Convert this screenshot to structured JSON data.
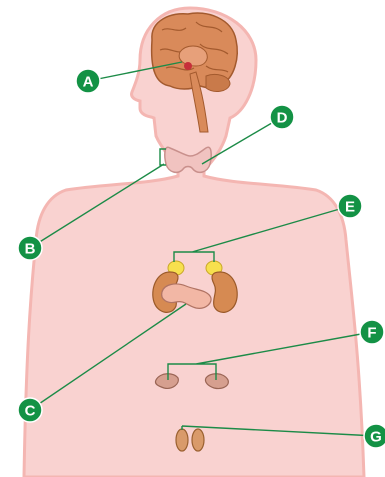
{
  "colors": {
    "body_fill": "#f9d2d0",
    "body_outline": "#f4b6b2",
    "leader_line": "#1c8b47",
    "marker_fill": "#139245",
    "marker_text": "#ffffff",
    "brain": "#d98a5a",
    "kidney": "#d68a52",
    "adrenal": "#f7e04e",
    "thyroid": "#f1c3c0"
  },
  "labels": {
    "A": "A",
    "B": "B",
    "C": "C",
    "D": "D",
    "E": "E",
    "F": "F",
    "G": "G"
  }
}
